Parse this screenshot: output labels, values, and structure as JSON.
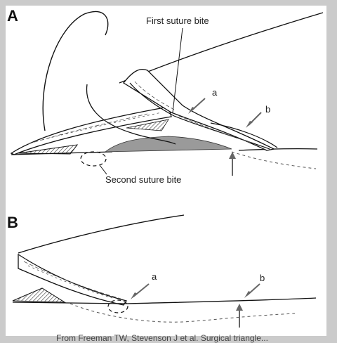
{
  "panel_a": {
    "letter": "A",
    "label_first_bite": "First suture bite",
    "label_second_bite": "Second suture bite",
    "label_a": "a",
    "label_b": "b"
  },
  "panel_b": {
    "letter": "B",
    "label_a": "a",
    "label_b": "b"
  },
  "caption": "From Freeman TW, Stevenson J et al. Surgical triangle..."
}
